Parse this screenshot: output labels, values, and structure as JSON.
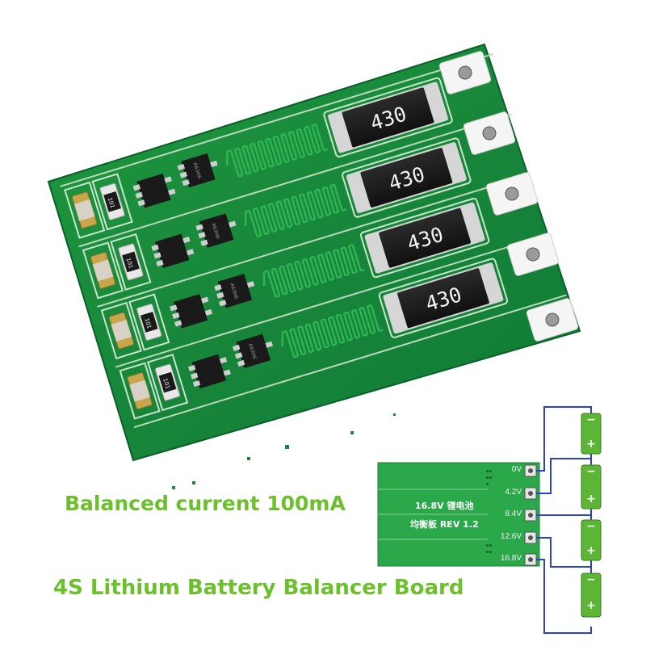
{
  "photo": {
    "resistor_labels": [
      "430",
      "430",
      "430",
      "430"
    ],
    "small_resistor_labels": [
      "101",
      "101",
      "101",
      "101"
    ],
    "ic_markings": [
      "A63H6",
      "A63H6",
      "A63H6",
      "A63H6"
    ]
  },
  "captions": {
    "balanced_current": "Balanced current 100mA",
    "title": "4S Lithium Battery Balancer Board"
  },
  "diagram": {
    "board_text_line1": "16.8V 锂电池",
    "board_text_line2": "均衡板 REV 1.2",
    "pin_labels": [
      "0V",
      "4.2V",
      "8.4V",
      "12.6V",
      "16.8V"
    ],
    "battery_signs": {
      "negative": "−",
      "positive": "+"
    },
    "colors": {
      "board": "#2aa84a",
      "battery": "#5db535",
      "wire": "#2b43c9"
    }
  }
}
